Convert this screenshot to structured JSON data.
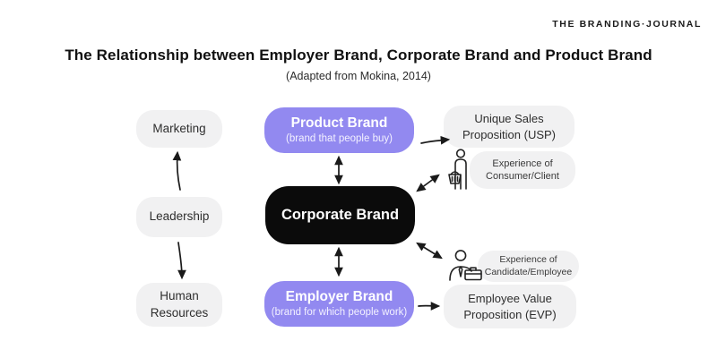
{
  "logo": {
    "text": "THE BRANDING·JOURNAL"
  },
  "header": {
    "title": "The Relationship between Employer Brand, Corporate Brand and Product Brand",
    "subtitle": "(Adapted from Mokina, 2014)"
  },
  "left_column": {
    "items": [
      {
        "label": "Marketing"
      },
      {
        "label": "Leadership"
      },
      {
        "label": "Human Resources"
      }
    ]
  },
  "center_column": {
    "product_brand": {
      "title": "Product Brand",
      "subtitle": "(brand that people buy)"
    },
    "corporate_brand": {
      "title": "Corporate Brand"
    },
    "employer_brand": {
      "title": "Employer Brand",
      "subtitle": "(brand for which people work)"
    }
  },
  "right_column": {
    "usp": {
      "label": "Unique Sales Proposition (USP)"
    },
    "consumer_experience": {
      "label": "Experience of Consumer/Client",
      "icon": "shopper-with-basket-icon"
    },
    "candidate_experience": {
      "label": "Experience of Candidate/Employee",
      "icon": "employee-with-briefcase-icon"
    },
    "evp": {
      "label": "Employee Value Proposition (EVP)"
    }
  },
  "colors": {
    "accent_purple": "#9289F0",
    "box_gray": "#F1F1F2",
    "brand_black": "#0B0B0B",
    "arrow": "#1A1A1A"
  }
}
